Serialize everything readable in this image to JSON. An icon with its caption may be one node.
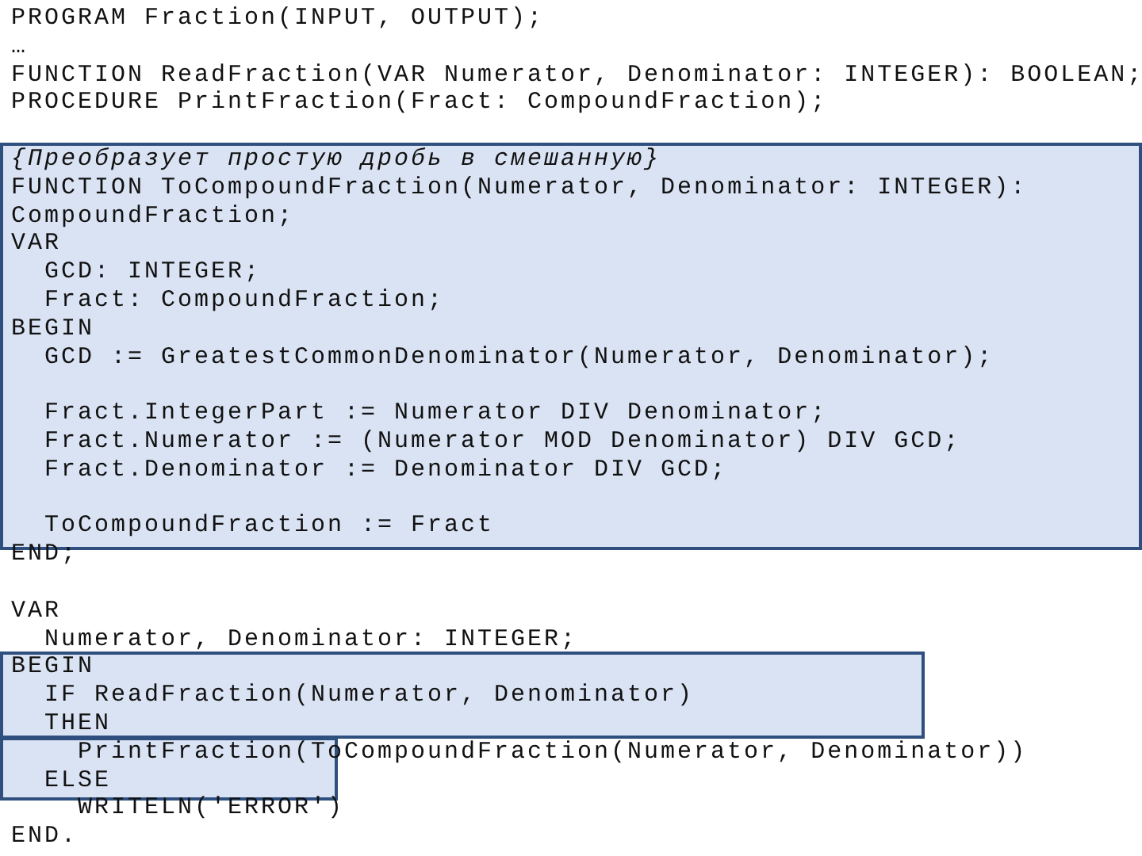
{
  "diagram": {
    "labels": [
      "PROGRAM Fraction(INPUT, OUTPUT);",
      "…",
      "FUNCTION ReadFraction(VAR Numerator, Denominator: INTEGER): BOOLEAN;",
      "PROCEDURE PrintFraction(Fract: CompoundFraction);",
      "{Преобразует простую дробь в смешанную}",
      "FUNCTION ToCompoundFraction(Numerator, Denominator: INTEGER):",
      "CompoundFraction;",
      "VAR",
      "GCD: INTEGER;",
      "Fract: CompoundFraction;",
      "BEGIN",
      "GCD := GreatestCommonDenominator(Numerator, Denominator);",
      "Fract.IntegerPart := Numerator DIV Denominator;",
      "Fract.Numerator := (Numerator MOD Denominator) DIV GCD;",
      "Fract.Denominator := Denominator DIV GCD;",
      "ToCompoundFraction := Fract",
      "END;",
      "VAR",
      "Numerator, Denominator: INTEGER;",
      "BEGIN",
      "IF ReadFraction(Numerator, Denominator)",
      "THEN",
      "PrintFraction(ToCompoundFraction(Numerator, Denominator))",
      "ELSE",
      "WRITELN('ERROR')",
      "END."
    ]
  }
}
